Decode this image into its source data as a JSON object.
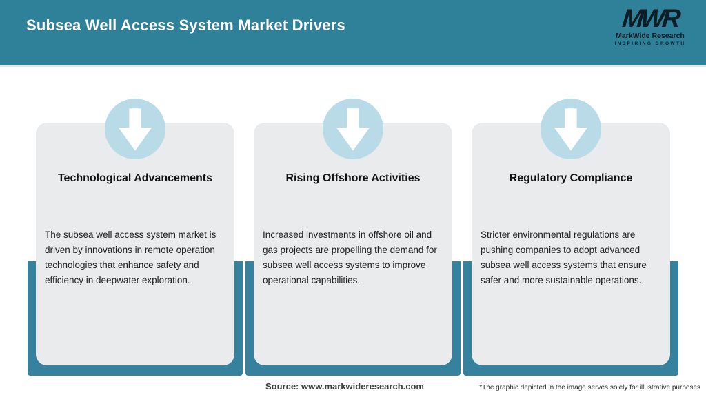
{
  "header": {
    "title": "Subsea Well Access System Market Drivers",
    "logo": {
      "acronym": "MWR",
      "name": "MarkWide Research",
      "tagline": "INSPIRING GROWTH"
    }
  },
  "cards": [
    {
      "icon": "down-arrow-icon",
      "title": "Technological Advancements",
      "description": "The subsea well access system market is driven by innovations in remote operation technologies that enhance safety and efficiency in deepwater exploration."
    },
    {
      "icon": "down-arrow-icon",
      "title": "Rising Offshore Activities",
      "description": "Increased investments in offshore oil and gas projects are propelling the demand for subsea well access systems to improve operational capabilities."
    },
    {
      "icon": "down-arrow-icon",
      "title": "Regulatory Compliance",
      "description": "Stricter environmental regulations are pushing companies to adopt advanced subsea well access systems that ensure safer and more sustainable operations."
    }
  ],
  "footer": {
    "source": "Source: www.markwideresearch.com",
    "disclaimer": "*The graphic depicted in the image serves solely for illustrative purposes"
  },
  "colors": {
    "header_bg": "#2f8099",
    "accent_frame": "#36819d",
    "card_bg": "#e9ebec",
    "icon_circle": "#b8dbe7",
    "title_text": "#111111",
    "logo_text": "#0e1c26"
  }
}
